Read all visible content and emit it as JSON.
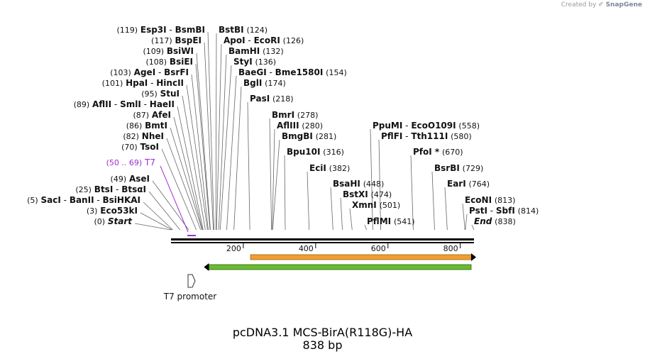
{
  "watermark": {
    "prefix": "Created by",
    "brand": "SnapGene"
  },
  "plasmid": {
    "name": "pcDNA3.1 MCS-BirA(R118G)-HA",
    "length": "838 bp"
  },
  "ruler": {
    "ticks": [
      "200",
      "400",
      "600",
      "800"
    ]
  },
  "colors": {
    "t7_site": "#9b30d0",
    "orange_feature": "#f0a030",
    "green_feature": "#6aba30",
    "backbone": "#000000",
    "leader": "#666666"
  },
  "left_sites": [
    {
      "pos": "(119)",
      "names": [
        "Esp3I",
        "BsmBI"
      ]
    },
    {
      "pos": "(117)",
      "names": [
        "BspEI"
      ]
    },
    {
      "pos": "(109)",
      "names": [
        "BsiWI"
      ]
    },
    {
      "pos": "(108)",
      "names": [
        "BsiEI"
      ]
    },
    {
      "pos": "(103)",
      "names": [
        "AgeI",
        "BsrFI"
      ]
    },
    {
      "pos": "(101)",
      "names": [
        "HpaI",
        "HincII"
      ]
    },
    {
      "pos": "(95)",
      "names": [
        "StuI"
      ]
    },
    {
      "pos": "(89)",
      "names": [
        "AflII",
        "SmlI",
        "HaeII"
      ]
    },
    {
      "pos": "(87)",
      "names": [
        "AfeI"
      ]
    },
    {
      "pos": "(86)",
      "names": [
        "BmtI"
      ]
    },
    {
      "pos": "(82)",
      "names": [
        "NheI"
      ]
    },
    {
      "pos": "(70)",
      "names": [
        "TsoI"
      ]
    },
    {
      "pos": "(49)",
      "names": [
        "AseI"
      ]
    },
    {
      "pos": "(25)",
      "names": [
        "BtsI",
        "BtsαI"
      ]
    },
    {
      "pos": "(5)",
      "names": [
        "SacI",
        "BanII",
        "BsiHKAI"
      ]
    },
    {
      "pos": "(3)",
      "names": [
        "Eco53kI"
      ]
    },
    {
      "pos": "(0)",
      "names": [
        "Start"
      ]
    }
  ],
  "t7_site": {
    "pos": "(50 .. 69)",
    "name": "T7"
  },
  "right_sites": [
    {
      "pos": "(124)",
      "names": [
        "BstBI"
      ]
    },
    {
      "pos": "(126)",
      "names": [
        "ApoI",
        "EcoRI"
      ]
    },
    {
      "pos": "(132)",
      "names": [
        "BamHI"
      ]
    },
    {
      "pos": "(136)",
      "names": [
        "StyI"
      ]
    },
    {
      "pos": "(154)",
      "names": [
        "BaeGI",
        "Bme1580I"
      ]
    },
    {
      "pos": "(174)",
      "names": [
        "BglI"
      ]
    },
    {
      "pos": "(218)",
      "names": [
        "PasI"
      ]
    },
    {
      "pos": "(278)",
      "names": [
        "BmrI"
      ]
    },
    {
      "pos": "(280)",
      "names": [
        "AflIII"
      ]
    },
    {
      "pos": "(281)",
      "names": [
        "BmgBI"
      ]
    },
    {
      "pos": "(316)",
      "names": [
        "Bpu10I"
      ]
    },
    {
      "pos": "(382)",
      "names": [
        "EciI"
      ]
    },
    {
      "pos": "(448)",
      "names": [
        "BsaHI"
      ]
    },
    {
      "pos": "(474)",
      "names": [
        "BstXI"
      ]
    },
    {
      "pos": "(501)",
      "names": [
        "XmnI"
      ]
    },
    {
      "pos": "(541)",
      "names": [
        "PflMI"
      ]
    },
    {
      "pos": "(558)",
      "names": [
        "PpuMI",
        "EcoO109I"
      ]
    },
    {
      "pos": "(580)",
      "names": [
        "PflFI",
        "Tth111I"
      ]
    },
    {
      "pos": "(670)",
      "names": [
        "PfoI *"
      ]
    },
    {
      "pos": "(729)",
      "names": [
        "BsrBI"
      ]
    },
    {
      "pos": "(764)",
      "names": [
        "EarI"
      ]
    },
    {
      "pos": "(813)",
      "names": [
        "EcoNI"
      ]
    },
    {
      "pos": "(814)",
      "names": [
        "PstI",
        "SbfI"
      ]
    },
    {
      "pos": "(838)",
      "names": [
        "End"
      ]
    }
  ],
  "features": [
    {
      "name": "T7 promoter"
    }
  ]
}
